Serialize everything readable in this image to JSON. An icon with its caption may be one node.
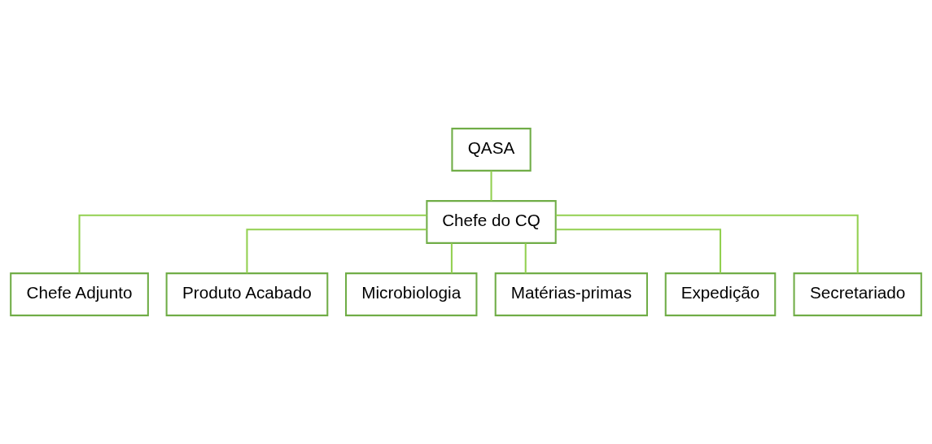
{
  "diagram": {
    "nodes": [
      {
        "text": [
          "QASA"
        ]
      },
      {
        "text": [
          "Chefe do CQ"
        ]
      },
      {
        "text": [
          "Chefe Adjunto"
        ]
      },
      {
        "text": [
          "Produto Acabado"
        ]
      },
      {
        "text": [
          "Microbiologia"
        ]
      },
      {
        "text": [
          "Matérias-primas"
        ]
      },
      {
        "text": [
          "Expedição"
        ]
      },
      {
        "text": [
          "Secretariado"
        ]
      }
    ],
    "edges": [
      {
        "from": 0,
        "to": 1,
        "arrow": "none"
      },
      {
        "from": 1,
        "to": 2,
        "arrow": "none"
      },
      {
        "from": 1,
        "to": 3,
        "arrow": "none"
      },
      {
        "from": 1,
        "to": 4,
        "arrow": "none"
      },
      {
        "from": 1,
        "to": 5,
        "arrow": "none"
      },
      {
        "from": 1,
        "to": 6,
        "arrow": "none"
      },
      {
        "from": 1,
        "to": 7,
        "arrow": "none"
      }
    ]
  }
}
